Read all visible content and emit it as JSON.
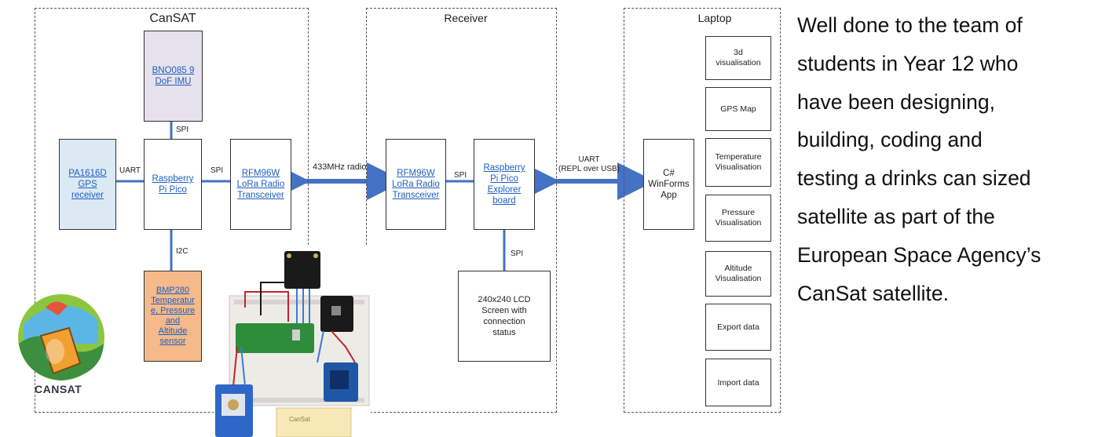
{
  "panels": {
    "cansat": "CanSAT",
    "receiver": "Receiver",
    "laptop": "Laptop"
  },
  "cansat": {
    "imu": "BNO085 9\nDoF IMU",
    "gps": "PA1616D\nGPS\nreceiver",
    "pico": "Raspberry\nPi Pico",
    "radio": "RFM96W\nLoRa Radio\nTransceiver",
    "bmp": "BMP280\nTemperatur\ne, Pressure\nand\nAltitude\nsensor",
    "label_spi_top": "SPI",
    "label_uart": "UART",
    "label_spi_right": "SPI",
    "label_i2c": "I2C"
  },
  "link_radio": "433MHz radio",
  "receiver": {
    "radio": "RFM96W\nLoRa Radio\nTransceiver",
    "explorer": "Raspberry\nPi Pico\nExplorer\nboard",
    "lcd": "240x240 LCD\nScreen with\nconnection\nstatus",
    "label_spi_mid": "SPI",
    "label_spi_down": "SPI"
  },
  "link_uart": "UART\n(REPL over USB)",
  "laptop": {
    "app": "C#\nWinForms\nApp",
    "modules": [
      "3d\nvisualisation",
      "GPS Map",
      "Temperature\nVisualisation",
      "Pressure\nVisualisation",
      "Altitude\nVisualisation",
      "Export data",
      "Import data"
    ]
  },
  "logo_text": "CANSAT",
  "photo_tag": "CanSat",
  "side_text": [
    "Well done to the team of",
    "students in Year 12 who",
    "have been designing,",
    "building, coding and",
    "testing a drinks can sized",
    "satellite as part of the",
    "European Space Agency’s",
    "CanSat satellite."
  ],
  "colors": {
    "arrow": "#4472c4",
    "gps_fill": "#dbe9f4",
    "imu_fill": "#e6e2ec",
    "bmp_fill": "#f5b98a",
    "link_text": "#1f5fbf"
  }
}
